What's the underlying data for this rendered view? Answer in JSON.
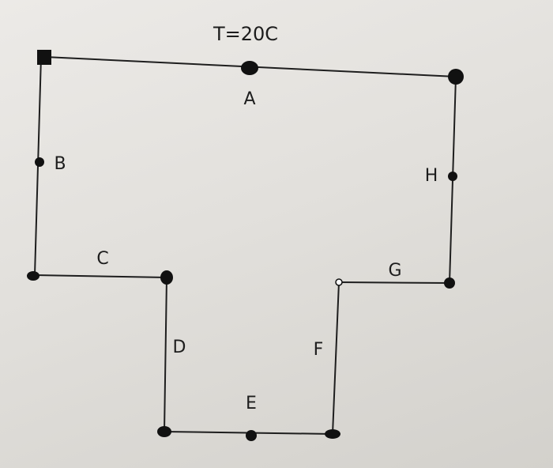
{
  "temperature_label": "T=20C",
  "labels": {
    "A": "A",
    "B": "B",
    "C": "C",
    "D": "D",
    "E": "E",
    "F": "F",
    "G": "G",
    "H": "H"
  },
  "colors": {
    "line": "#1e1e1e",
    "node": "#111111"
  }
}
